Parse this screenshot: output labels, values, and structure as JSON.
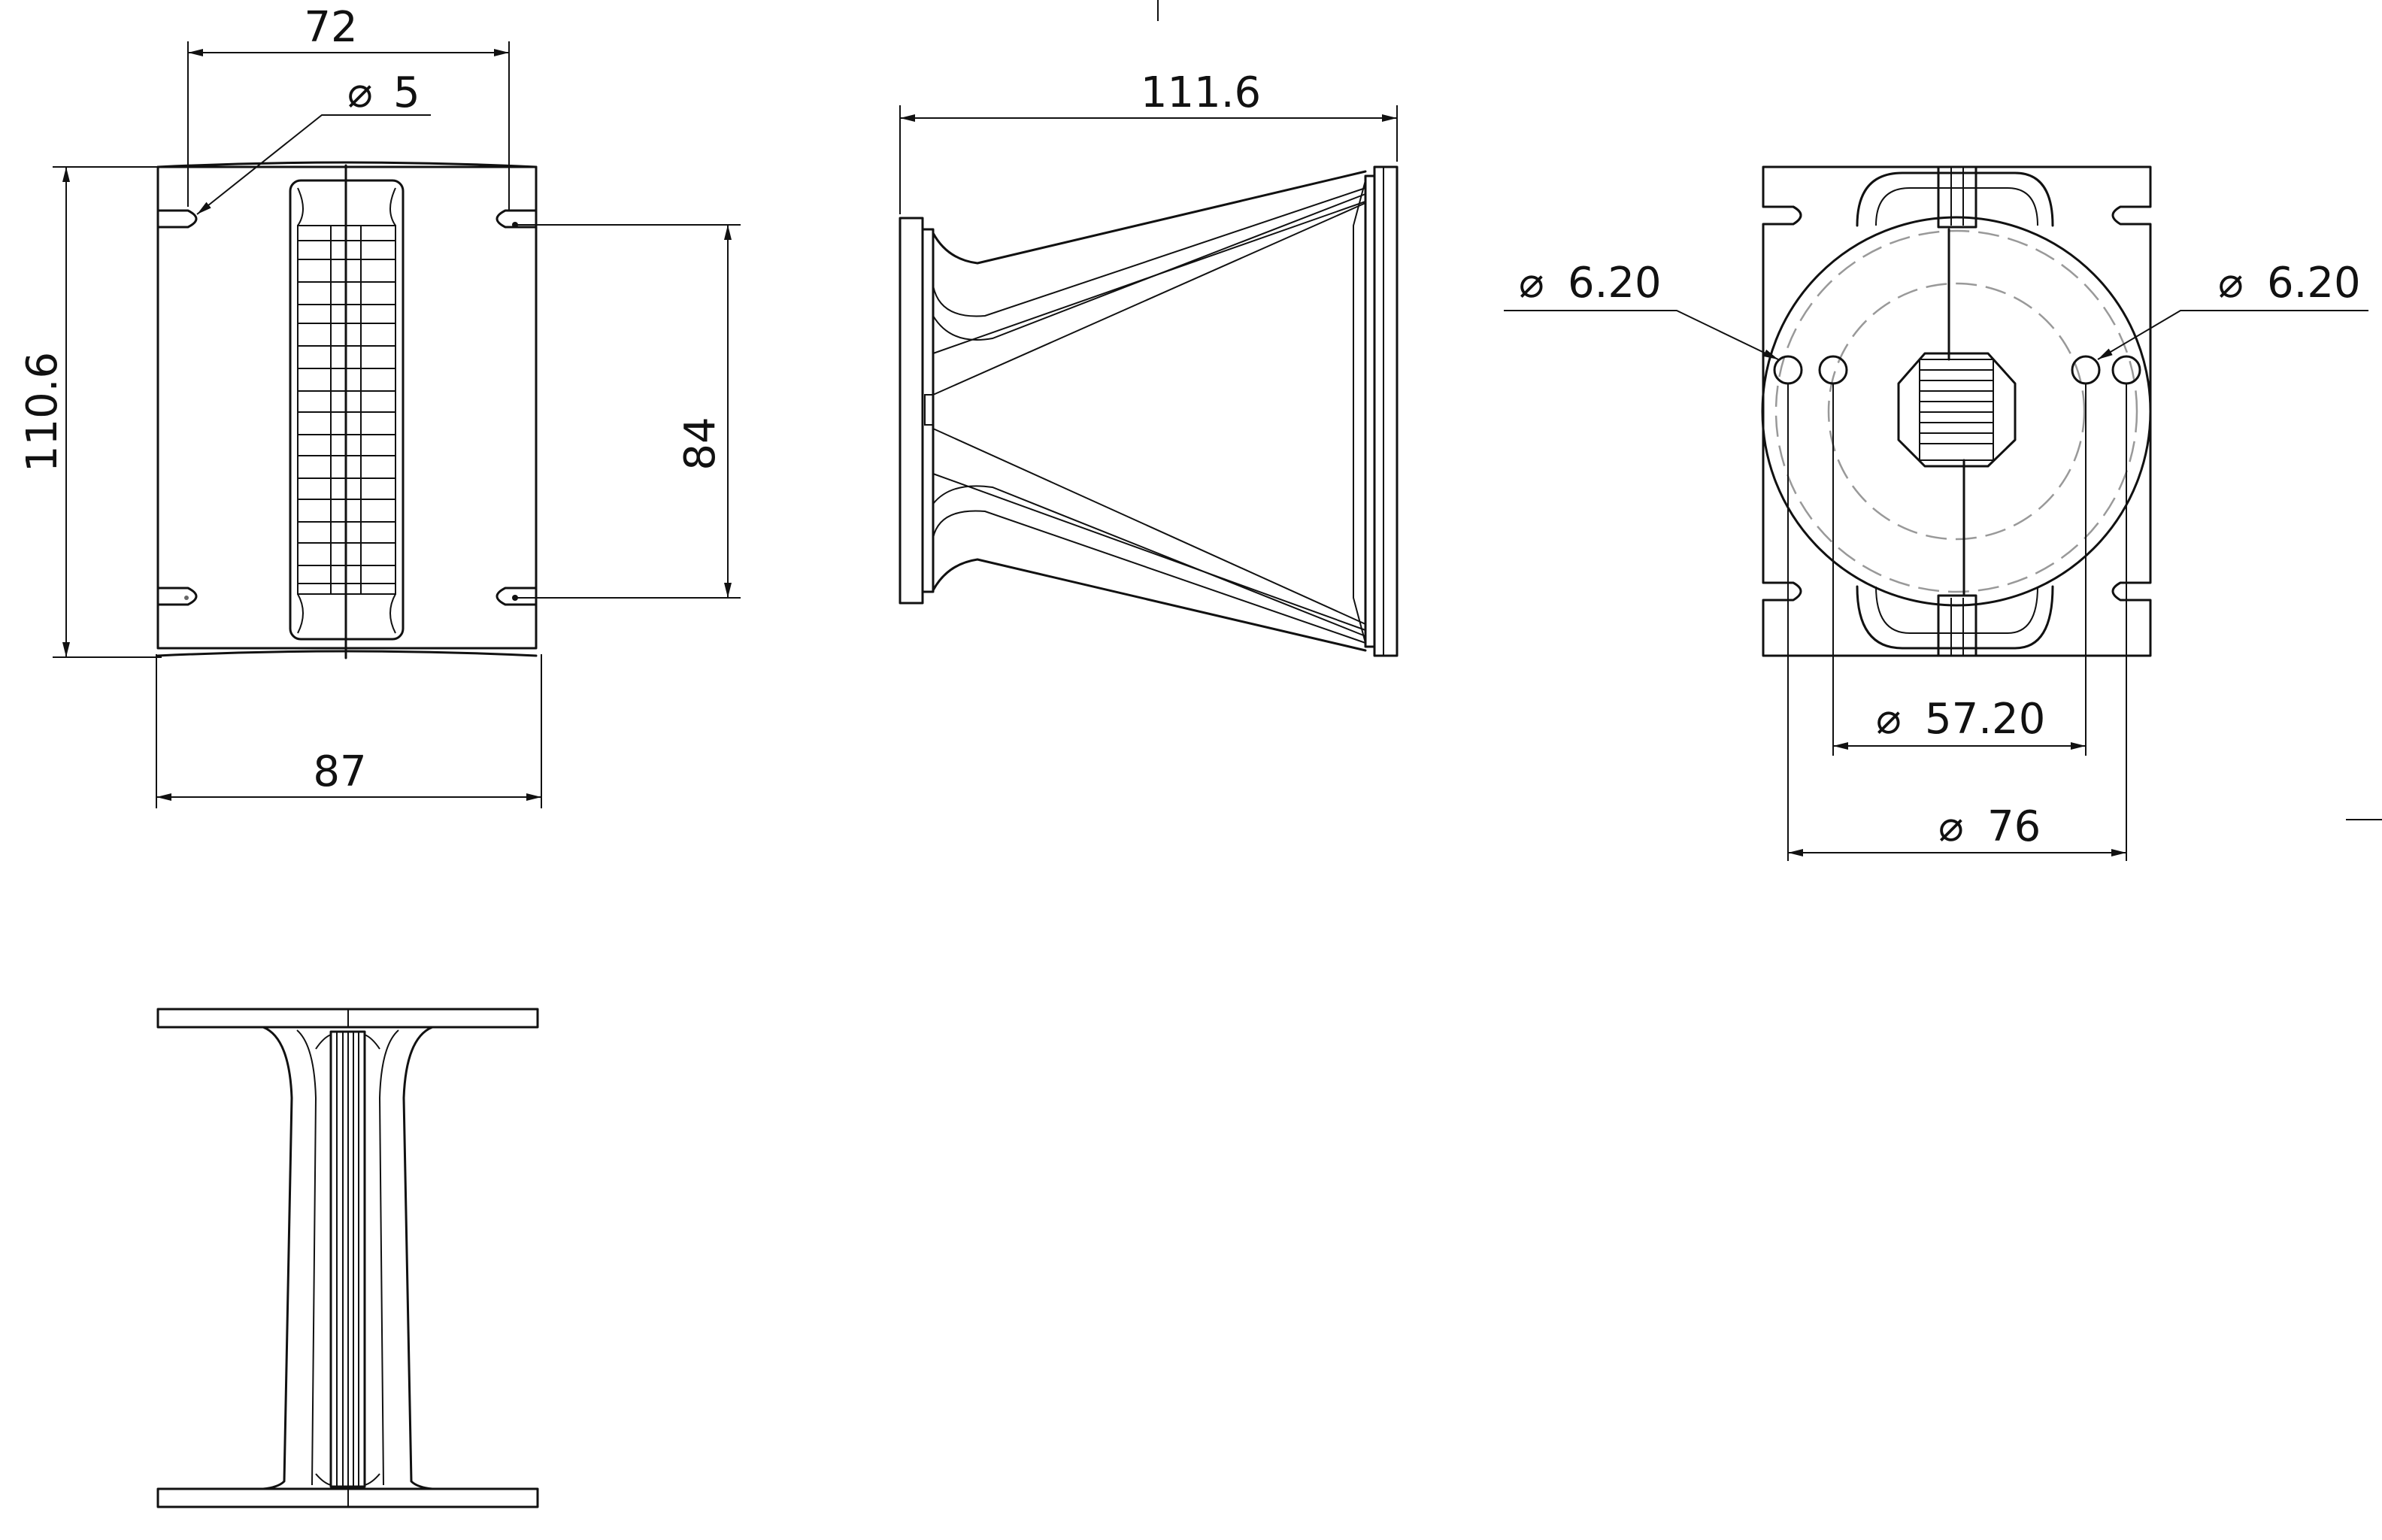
{
  "views": {
    "front": {
      "width_top": "72",
      "slot_dia": "5",
      "height": "110.6",
      "slot_spacing": "84",
      "width_bottom": "87"
    },
    "side": {
      "length": "111.6"
    },
    "rear": {
      "hole_left": "6.20",
      "hole_right": "6.20",
      "inner_circle": "57.20",
      "outer_circle": "76"
    },
    "top": {}
  },
  "symbols": {
    "diameter": "⌀"
  }
}
